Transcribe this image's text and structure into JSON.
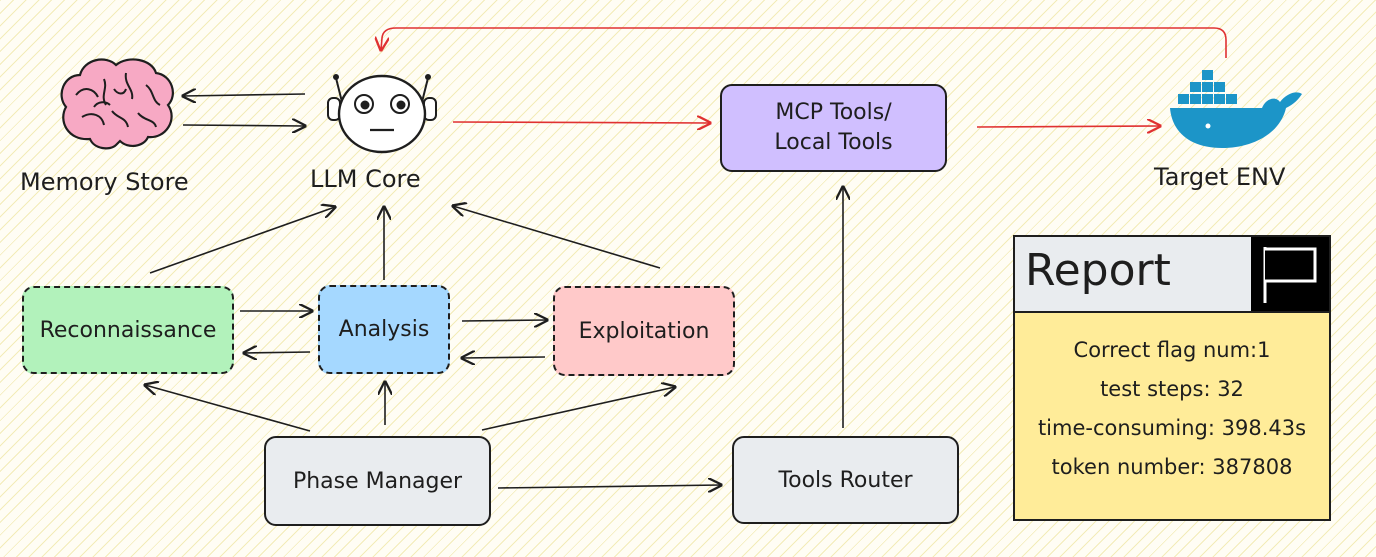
{
  "nodes": {
    "memory_store": "Memory Store",
    "llm_core": "LLM Core",
    "mcp_tools_line1": "MCP Tools/",
    "mcp_tools_line2": "Local Tools",
    "target_env": "Target ENV",
    "reconnaissance": "Reconnaissance",
    "analysis": "Analysis",
    "exploitation": "Exploitation",
    "phase_manager": "Phase Manager",
    "tools_router": "Tools Router"
  },
  "report": {
    "title": "Report",
    "lines": [
      "Correct flag num:1",
      "test steps: 32",
      "time-consuming: 398.43s",
      "token number: 387808"
    ]
  },
  "colors": {
    "reconnaissance": "#b2f2bb",
    "analysis": "#a5d8ff",
    "exploitation": "#ffc9c9",
    "mcp_tools": "#d0bfff",
    "phase_manager": "#e9ecef",
    "report_header": "#e9ecef",
    "report_body": "#ffec99",
    "flow_red": "#e03131",
    "whale": "#1c95c8",
    "brain": "#f7a9c4"
  },
  "icons": [
    "brain-icon",
    "robot-icon",
    "docker-whale-icon",
    "flag-icon"
  ]
}
